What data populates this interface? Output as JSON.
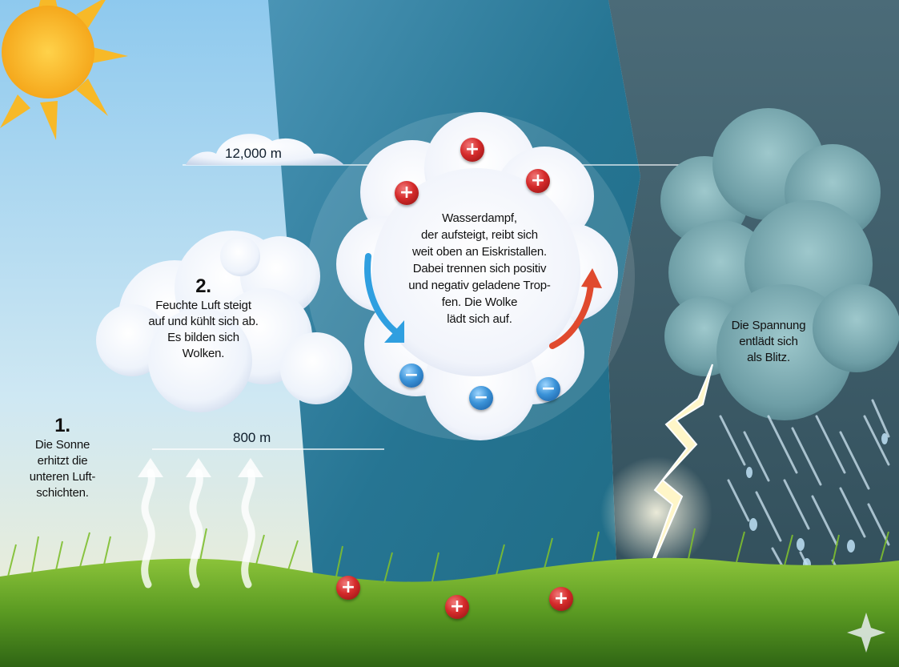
{
  "altitudes": {
    "high": "12,000 m",
    "low": "800 m"
  },
  "step1": {
    "number": "1.",
    "lines": [
      "Die Sonne",
      "erhitzt die",
      "unteren Luft-",
      "schichten."
    ]
  },
  "step2": {
    "number": "2.",
    "lines": [
      "Feuchte Luft steigt",
      "auf und kühlt sich ab.",
      "Es bilden sich",
      "Wolken."
    ]
  },
  "center_cloud": {
    "lines": [
      "Wasserdampf,",
      "der aufsteigt, reibt sich",
      "weit oben an Eiskristallen.",
      "Dabei trennen sich positiv",
      "und negativ geladene Trop-",
      "fen. Die Wolke",
      "lädt sich auf."
    ]
  },
  "storm": {
    "lines": [
      "Die Spannung",
      "entlädt sich",
      "als Blitz."
    ]
  },
  "charges": {
    "positive_symbol": "+",
    "negative_symbol": "−"
  },
  "colors": {
    "sky_light": "#9fd3f0",
    "sky_mid": "#2f7ea0",
    "sky_dark": "#3f6472",
    "positive_charge": "#d52b2b",
    "negative_charge": "#3b93d8",
    "sun": "#f7b928",
    "arrow_down": "#2f9fe0",
    "arrow_up": "#e04a2e",
    "grass": "#6aa92c"
  }
}
